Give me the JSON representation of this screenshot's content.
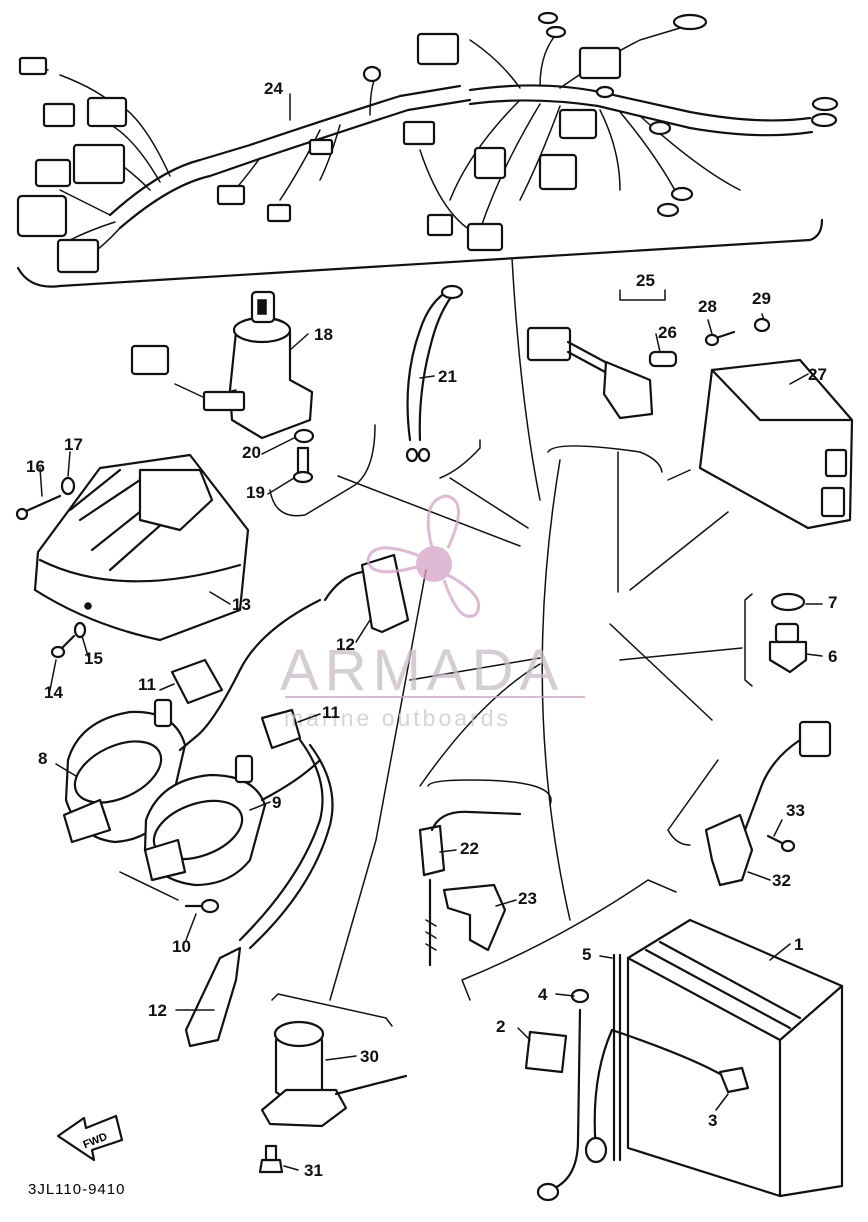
{
  "diagram": {
    "code": "3JL110-9410",
    "fwd_label": "FWD",
    "watermark": {
      "brand": "ARMADA",
      "tagline": "marine outboards",
      "color": "#d6a3c7"
    },
    "callouts": [
      {
        "id": "1",
        "text": "1"
      },
      {
        "id": "2",
        "text": "2"
      },
      {
        "id": "3",
        "text": "3"
      },
      {
        "id": "4",
        "text": "4"
      },
      {
        "id": "5",
        "text": "5"
      },
      {
        "id": "6",
        "text": "6"
      },
      {
        "id": "7",
        "text": "7"
      },
      {
        "id": "8",
        "text": "8"
      },
      {
        "id": "9",
        "text": "9"
      },
      {
        "id": "10",
        "text": "10"
      },
      {
        "id": "11a",
        "text": "11"
      },
      {
        "id": "11b",
        "text": "11"
      },
      {
        "id": "12a",
        "text": "12"
      },
      {
        "id": "12b",
        "text": "12"
      },
      {
        "id": "13",
        "text": "13"
      },
      {
        "id": "14",
        "text": "14"
      },
      {
        "id": "15",
        "text": "15"
      },
      {
        "id": "16",
        "text": "16"
      },
      {
        "id": "17",
        "text": "17"
      },
      {
        "id": "18",
        "text": "18"
      },
      {
        "id": "19",
        "text": "19"
      },
      {
        "id": "20",
        "text": "20"
      },
      {
        "id": "21",
        "text": "21"
      },
      {
        "id": "22",
        "text": "22"
      },
      {
        "id": "23",
        "text": "23"
      },
      {
        "id": "24",
        "text": "24"
      },
      {
        "id": "25",
        "text": "25"
      },
      {
        "id": "26",
        "text": "26"
      },
      {
        "id": "27",
        "text": "27"
      },
      {
        "id": "28",
        "text": "28"
      },
      {
        "id": "29",
        "text": "29"
      },
      {
        "id": "30",
        "text": "30"
      },
      {
        "id": "31",
        "text": "31"
      },
      {
        "id": "32",
        "text": "32"
      },
      {
        "id": "33",
        "text": "33"
      }
    ]
  }
}
